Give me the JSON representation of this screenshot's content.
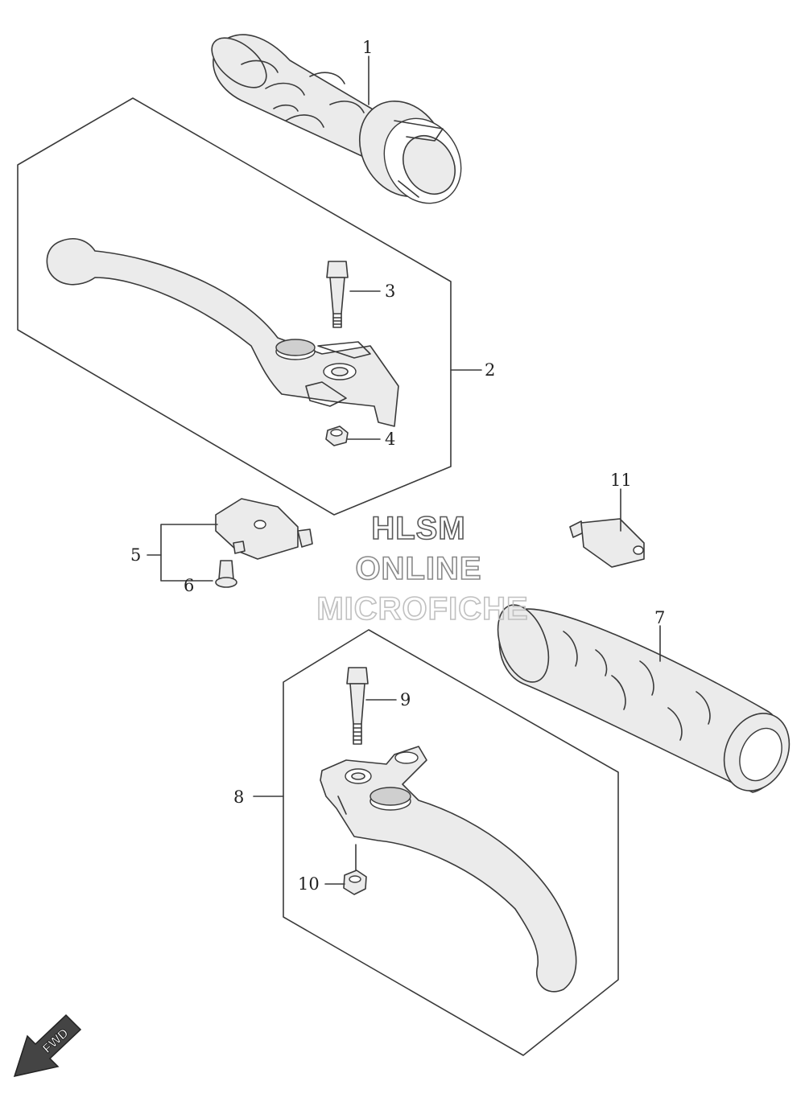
{
  "callouts": [
    "1",
    "2",
    "3",
    "4",
    "5",
    "6",
    "7",
    "8",
    "9",
    "10",
    "11"
  ],
  "watermark": {
    "line1": "HLSM",
    "line2": "ONLINE",
    "line3": "MICROFICHE"
  },
  "direction_arrow": {
    "label": "FWD",
    "icon": "fwd-arrow-icon"
  }
}
